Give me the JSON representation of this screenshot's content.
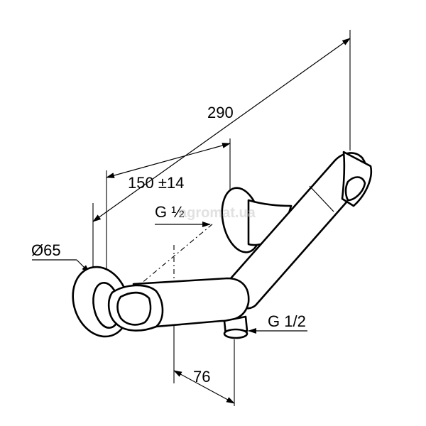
{
  "dimensions": {
    "overall_length": "290",
    "wall_offset": "150 ±14",
    "diameter": "Ø65",
    "inlet_thread": "G ½",
    "outlet_thread": "G 1/2",
    "outlet_distance": "76"
  },
  "watermark": "agromat.ua"
}
